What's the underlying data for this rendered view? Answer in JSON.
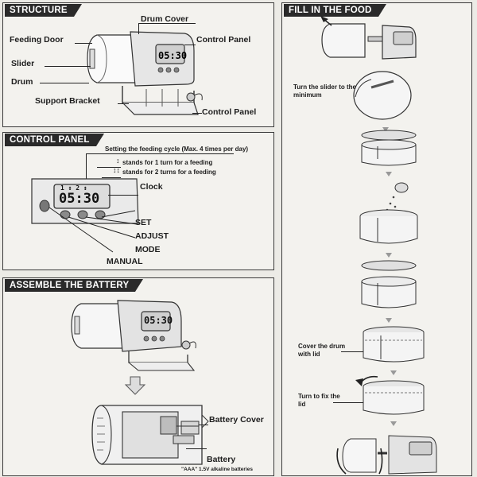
{
  "structure": {
    "title": "STRUCTURE",
    "labels": {
      "drum_cover": "Drum Cover",
      "feeding_door": "Feeding Door",
      "control_panel_top": "Control Panel",
      "slider": "Slider",
      "drum": "Drum",
      "support_bracket": "Support Bracket",
      "control_panel_bottom": "Control Panel"
    }
  },
  "control_panel": {
    "title": "CONTROL PANEL",
    "cycle_note": "Setting the feeding cycle (Max. 4 times per day)",
    "one_turn": "stands for 1 turn for a feeding",
    "two_turns": "stands for 2 turns for a feeding",
    "clock_label": "Clock",
    "display_time": "05:30",
    "display_top": "1 ↕ 2 ↕",
    "set": "SET",
    "adjust": "ADJUST",
    "mode": "MODE",
    "manual": "MANUAL"
  },
  "battery": {
    "title": "ASSEMBLE THE BATTERY",
    "display_time": "05:30",
    "battery_cover": "Battery Cover",
    "battery": "Battery",
    "battery_note": "\"AAA\" 1.5V alkaline batteries"
  },
  "fill_food": {
    "title": "FILL IN THE FOOD",
    "step_slider": "Turn the slider to the minimum",
    "step_cover": "Cover the drum with lid",
    "step_fix": "Turn to fix the lid"
  }
}
